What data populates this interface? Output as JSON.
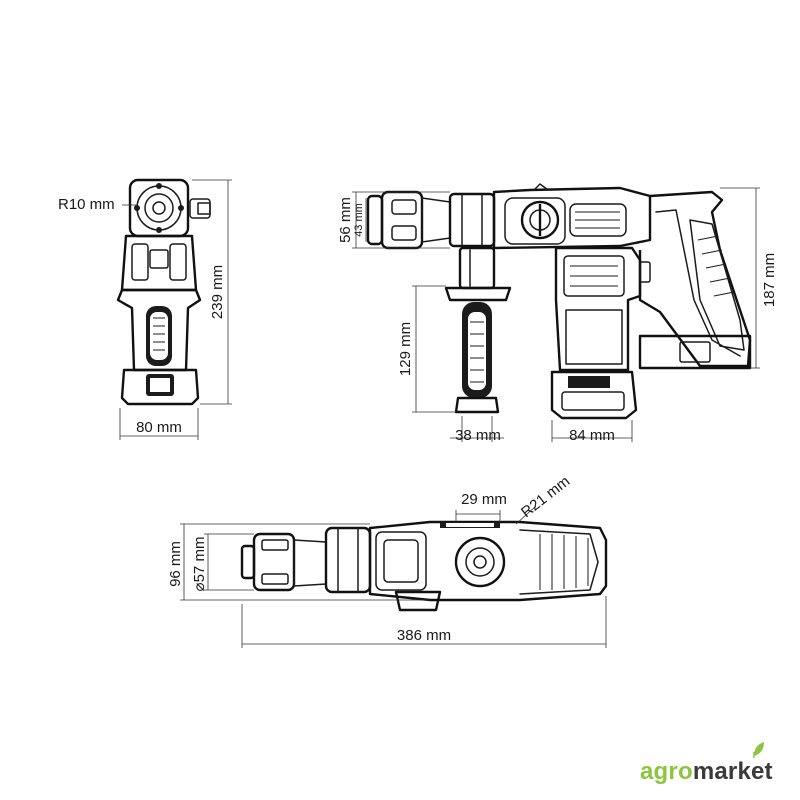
{
  "dimensions": {
    "r10": "R10 mm",
    "h239": "239 mm",
    "w80": "80 mm",
    "h56": "56 mm",
    "h43": "43 mm",
    "h129": "129 mm",
    "w38": "38 mm",
    "w84": "84 mm",
    "h187": "187 mm",
    "w29": "29 mm",
    "r21": "R21 mm",
    "h96": "96 mm",
    "d57": "⌀57 mm",
    "l386": "386 mm"
  },
  "logo": {
    "part1": "agro",
    "part2": "market",
    "leaf_color": "#8cc63f",
    "text_color": "#3a3a3a"
  }
}
